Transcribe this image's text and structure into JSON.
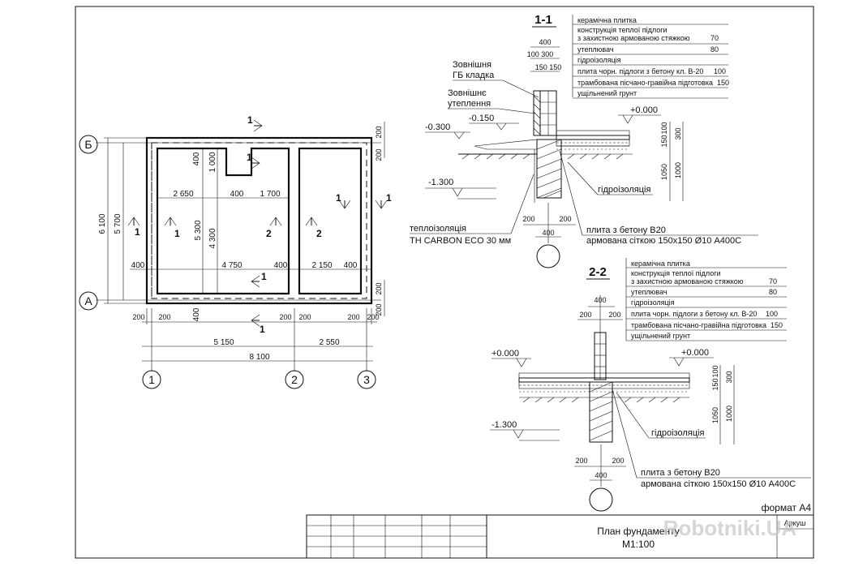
{
  "plan": {
    "axes": {
      "rows": [
        "Б",
        "А"
      ],
      "cols": [
        "1",
        "2",
        "3"
      ]
    },
    "dims": {
      "top": [
        "2 650",
        "400",
        "1 700"
      ],
      "mid": [
        "400",
        "4 750",
        "400",
        "2 150",
        "400"
      ],
      "bottom1": [
        "200",
        "200",
        "200",
        "200",
        "200",
        "200"
      ],
      "bottom2": [
        "5 150",
        "2 550"
      ],
      "total": "8 100",
      "left_outer": "6 100",
      "left_inner": "5 700",
      "v_5300": "5 300",
      "v_4300": "4 300",
      "v_1000": "1 000",
      "v_400a": "400",
      "v_400b": "400",
      "right_top": [
        "200",
        "200"
      ],
      "right_bottom": [
        "200",
        "200"
      ]
    },
    "section_marks": {
      "one": "1",
      "two": "2"
    }
  },
  "section_1": {
    "title": "1-1",
    "layers": [
      "керамічна плитка",
      "конструкція теплої підлоги",
      "з захистною армованою стяжкою",
      "утеплювач",
      "гідроізоляція",
      "плита чорн. підлоги з бетону кл. В-20",
      "трамбована пісчано-гравійна підготовка",
      "ущільнений грунт"
    ],
    "layer_values": [
      "",
      "",
      "70",
      "80",
      "",
      "100",
      "150",
      ""
    ],
    "labels": {
      "outer_wall_1": "Зовнішня",
      "outer_wall_2": "ГБ кладка",
      "outer_ins_1": "Зовнішнє",
      "outer_ins_2": "утеплення",
      "hydro": "гідроізоляція",
      "thermo_1": "теплоізоляція",
      "thermo_2": "TH CARBON ECO    30 мм",
      "slab_1": "плита з бетону В20",
      "slab_2": "армована сіткою 150х150 Ø10 А400С"
    },
    "levels": [
      "-0.300",
      "-0.150",
      "+0.000",
      "-1.300"
    ],
    "dims": {
      "top_400": "400",
      "top_100_300": "100  300",
      "top_150_150": "150 150",
      "right": [
        "100",
        "150",
        "300",
        "1050",
        "1000"
      ],
      "bottom": [
        "200",
        "200",
        "400"
      ]
    }
  },
  "section_2": {
    "title": "2-2",
    "layers": [
      "керамічна плитка",
      "конструкція теплої підлоги",
      "з захистною армованою стяжкою",
      "утеплювач",
      "гідроізоляція",
      "плита чорн. підлоги з бетону кл. В-20",
      "трамбована пісчано-гравійна підготовка",
      "ущільнений грунт"
    ],
    "layer_values": [
      "",
      "",
      "70",
      "80",
      "",
      "100",
      "150",
      ""
    ],
    "labels": {
      "hydro": "гідроізоляція",
      "slab_1": "плита з бетону В20",
      "slab_2": "армована сіткою 150х150 Ø10 А400С"
    },
    "levels": [
      "+0.000",
      "+0.000",
      "-1.300"
    ],
    "dims": {
      "top_400": "400",
      "top_200_200": [
        "200",
        "200"
      ],
      "right": [
        "100",
        "150",
        "300",
        "1050",
        "1000"
      ],
      "bottom": [
        "200",
        "200",
        "400"
      ]
    }
  },
  "title_block": {
    "format": "формат А4",
    "title_1": "План фундаменту",
    "title_2": "М1:100",
    "sheet": "Аркуш",
    "watermark": "Robotniki.UA"
  }
}
